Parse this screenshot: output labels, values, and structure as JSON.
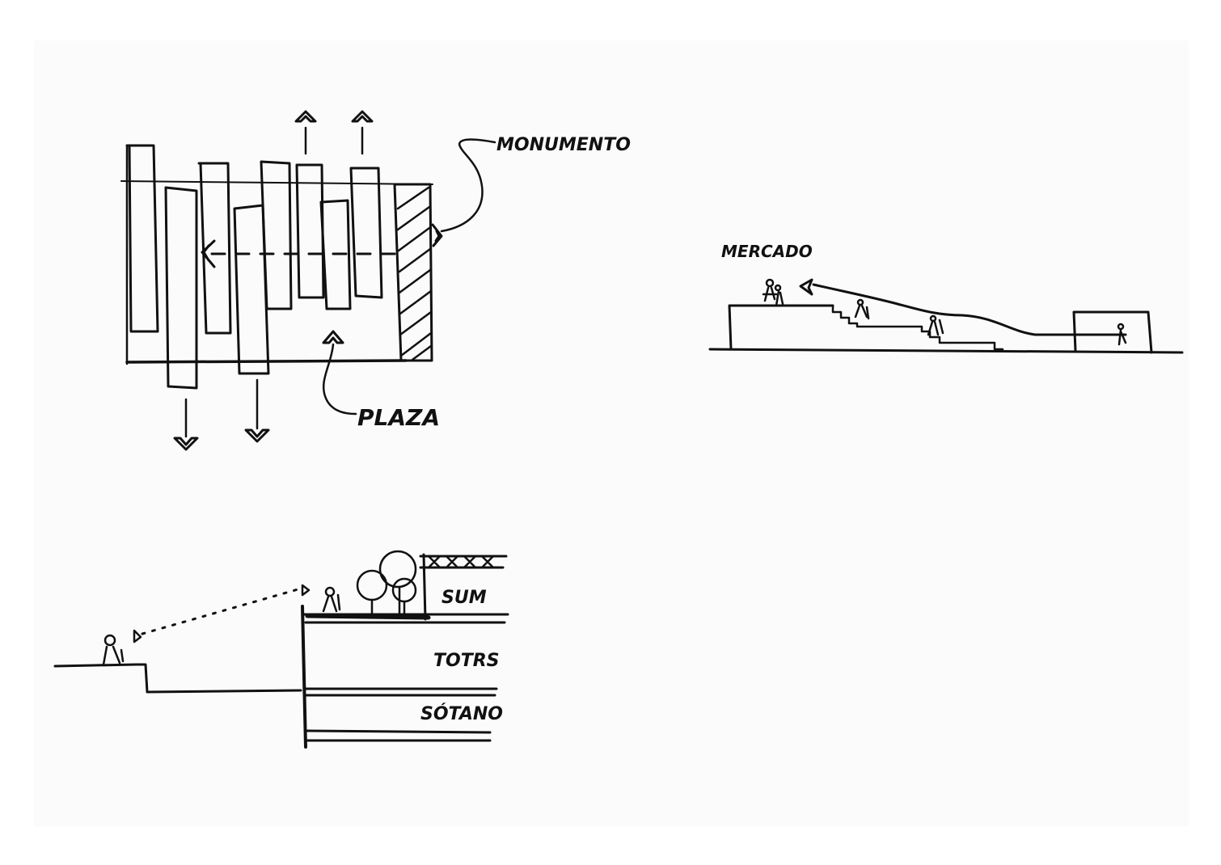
{
  "labels": {
    "monumento": "MONUMENTO",
    "plaza": "PLAZA",
    "mercado": "MERCADO",
    "sum": "SUM",
    "totrs": "TOTRS",
    "sotano": "SÓTANO"
  },
  "colors": {
    "ink": "#111111",
    "paper": "#fbfbfb",
    "background": "#ffffff"
  }
}
